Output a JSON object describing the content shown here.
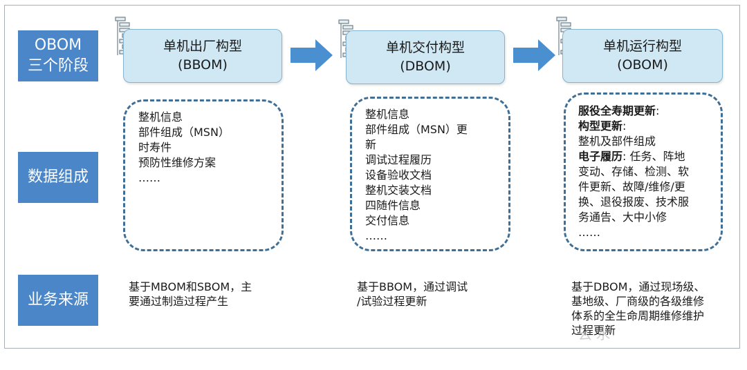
{
  "rows": {
    "stages_label": [
      "OBOM",
      "三个阶段"
    ],
    "data_label": "数据组成",
    "source_label": "业务来源"
  },
  "stages": [
    {
      "name": "单机出厂构型",
      "code": "(BBOM)"
    },
    {
      "name": "单机交付构型",
      "code": "(DBOM)"
    },
    {
      "name": "单机运行构型",
      "code": "(OBOM)"
    }
  ],
  "data": {
    "col1": [
      "整机信息",
      "部件组成（MSN）",
      "时寿件",
      "预防性维修方案",
      "……"
    ],
    "col2": [
      "整机信息",
      "部件组成（MSN）更",
      "新",
      "调试过程履历",
      "设备验收文档",
      "整机交装文档",
      "四随件信息",
      "交付信息",
      "……"
    ],
    "col3": [
      {
        "bold": "服役全寿期更新",
        "rest": ":"
      },
      {
        "bold": "构型更新",
        "rest": ":"
      },
      {
        "bold": "",
        "rest": "整机及部件组成"
      },
      {
        "bold": "电子履历",
        "rest": ": 任务、阵地"
      },
      {
        "bold": "",
        "rest": "变动、存储、检测、软"
      },
      {
        "bold": "",
        "rest": "件更新、故障/维修/更"
      },
      {
        "bold": "",
        "rest": "换、退役报废、技术服"
      },
      {
        "bold": "",
        "rest": "务通告、大中小修"
      },
      {
        "bold": "",
        "rest": "……"
      }
    ]
  },
  "sources": {
    "col1": [
      "基于MBOM和SBOM，主",
      "要通过制造过程产生"
    ],
    "col2": [
      "基于BBOM，通过调试",
      "/试验过程更新"
    ],
    "col3": [
      "基于DBOM，通过现场级、",
      "基地级、厂商级的各级维修",
      "体系的全生命周期维修维护",
      "过程更新"
    ]
  },
  "watermark": "云水",
  "colors": {
    "label_blue": "#4a86c8",
    "stage_fill": "#cfe8f4",
    "arrow_blue": "#4a90d0",
    "dash_border": "#3f6f96"
  },
  "icons": [
    "bom-tree-icon",
    "arrow-right-icon"
  ]
}
